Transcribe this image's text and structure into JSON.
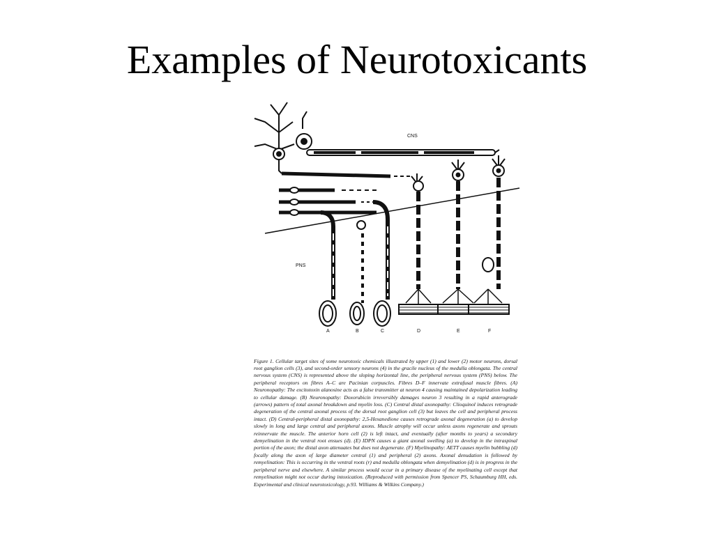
{
  "slide": {
    "title": "Examples of Neurotoxicants"
  },
  "figure": {
    "region_labels": {
      "cns": "CNS",
      "pns": "PNS"
    },
    "fibre_labels": [
      "A",
      "B",
      "C",
      "D",
      "E",
      "F"
    ],
    "caption": "Figure 1. Cellular target sites of some neurotoxic chemicals illustrated by upper (1) and lower (2) motor neurons, dorsal root ganglion cells (3), and second-order sensory neurons (4) in the gracile nucleus of the medulla oblongata. The central nervous system (CNS) is represented above the sloping horizontal line, the peripheral nervous system (PNS) below. The peripheral receptors on fibres A–C are Pacinian corpuscles. Fibres D–F innervate extrafusal muscle fibres. (A) Neuronopathy: The excitotoxin alanosine acts as a false transmitter at neuron 4 causing maintained depolarization leading to cellular damage. (B) Neuronopathy: Doxorubicin irreversibly damages neuron 3 resulting in a rapid anterograde (arrows) pattern of total axonal breakdown and myelin loss. (C) Central distal axonopathy: Clioquinol induces retrograde degeneration of the central axonal process of the dorsal root ganglion cell (3) but leaves the cell and peripheral process intact. (D) Central-peripheral distal axonopathy: 2,5-Hexanedione causes retrograde axonal degeneration (a) to develop slowly in long and large central and peripheral axons. Muscle atrophy will occur unless axons regenerate and sprouts reinnervate the muscle. The anterior horn cell (2) is left intact, and eventually (after months to years) a secondary demyelination in the ventral root ensues (d). (E) IDPN causes a giant axonal swelling (a) to develop in the intraspinal portion of the axon; the distal axon attenuates but does not degenerate. (F) Myelinopathy: AETT causes myelin bubbling (d) focally along the axon of large diameter central (1) and peripheral (2) axons. Axonal denudation is followed by remyelination: This is occurring in the ventral roots (r) and medulla oblongata when demyelination (d) is in progress in the peripheral nerve and elsewhere. A similar process would occur in a primary disease of the myelinating cell except that remyelination might not occur during intoxication. (Reproduced with permission from Spencer PS, Schaumburg HH, eds. Experimental and clinical neurotoxicology, p.93. Williams & Wilkins Company.)"
  }
}
